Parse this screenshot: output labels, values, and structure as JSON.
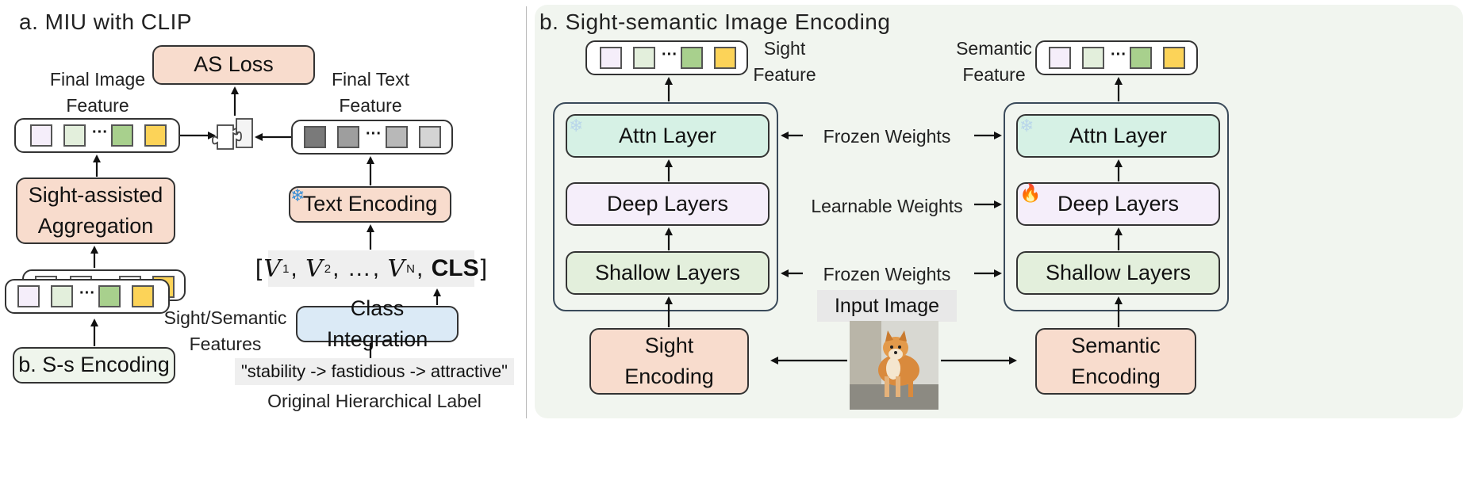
{
  "panel_a": {
    "title": "a. MIU with CLIP",
    "as_loss": "AS Loss",
    "final_image_feature": "Final Image\nFeature",
    "final_text_feature": "Final Text\nFeature",
    "sight_assisted_aggregation": "Sight-assisted\nAggregation",
    "text_encoding": "Text Encoding",
    "token_sequence": {
      "open": "[",
      "v1": "V",
      "v1_sub": "1",
      "v2": "V",
      "v2_sub": "2",
      "ellipsis": "…",
      "vn": "V",
      "vn_sub": "N",
      "cls": "CLS",
      "close": "]"
    },
    "class_integration": "Class Integration",
    "ss_encoding": "b. S-s Encoding",
    "sight_semantic_features": "Sight/Semantic\nFeatures",
    "hierarchical_label_value": "\"stability -> fastidious -> attractive\"",
    "hierarchical_label_caption": "Original Hierarchical Label",
    "feature_ellipsis": "···",
    "snowflake_icon": "snowflake-icon"
  },
  "panel_b": {
    "title": "b. Sight-semantic Image Encoding",
    "sight_feature": "Sight\nFeature",
    "semantic_feature": "Semantic\nFeature",
    "attn_layer": "Attn Layer",
    "deep_layers": "Deep Layers",
    "shallow_layers": "Shallow Layers",
    "frozen_weights_top": "Frozen Weights",
    "learnable_weights": "Learnable Weights",
    "frozen_weights_bottom": "Frozen Weights",
    "input_image": "Input Image",
    "sight_encoding": "Sight\nEncoding",
    "semantic_encoding": "Semantic\nEncoding",
    "feature_ellipsis": "···",
    "icons": [
      "snowflake-icon",
      "fire-icon",
      "dog-photo"
    ]
  },
  "colors": {
    "orange": "#f8dccd",
    "blue": "#dbeaf6",
    "mint": "#d6f1e5",
    "lavender": "#f5eefa",
    "light_green": "#e3efdc",
    "panel_b_bg": "#f1f5ef"
  }
}
